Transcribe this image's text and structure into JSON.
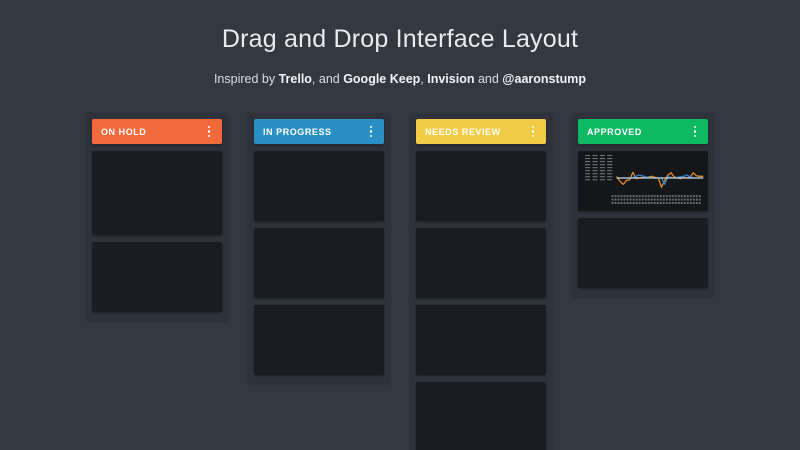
{
  "header": {
    "title": "Drag and Drop Interface Layout",
    "subtitle": {
      "prefix": "Inspired by ",
      "link1": "Trello",
      "mid1": ", and ",
      "link2": "Google Keep",
      "mid2": ", ",
      "link3": "Invision",
      "mid3": " and ",
      "link4": "@aaronstump"
    }
  },
  "board": {
    "columns": [
      {
        "title": "ON HOLD",
        "color": "#f2693c",
        "menu_icon": "kebab-menu-icon",
        "cards": [
          {
            "height": 84,
            "type": "blank"
          },
          {
            "height": 70,
            "type": "blank"
          }
        ]
      },
      {
        "title": "IN PROGRESS",
        "color": "#2a90c4",
        "menu_icon": "kebab-menu-icon",
        "cards": [
          {
            "height": 70,
            "type": "blank"
          },
          {
            "height": 70,
            "type": "blank"
          },
          {
            "height": 70,
            "type": "blank"
          }
        ]
      },
      {
        "title": "NEEDS REVIEW",
        "color": "#f2cb44",
        "menu_icon": "kebab-menu-icon",
        "cards": [
          {
            "height": 70,
            "type": "blank"
          },
          {
            "height": 70,
            "type": "blank"
          },
          {
            "height": 70,
            "type": "blank"
          },
          {
            "height": 70,
            "type": "blank"
          }
        ]
      },
      {
        "title": "APPROVED",
        "color": "#0fb863",
        "menu_icon": "kebab-menu-icon",
        "cards": [
          {
            "height": 60,
            "type": "chart"
          },
          {
            "height": 70,
            "type": "blank"
          }
        ]
      }
    ]
  },
  "chart_data": {
    "type": "line",
    "title": "",
    "xlabel": "",
    "ylabel": "",
    "grid": false,
    "legend": "none",
    "ylim": [
      0,
      100
    ],
    "x": [
      1,
      2,
      3,
      4,
      5,
      6,
      7,
      8,
      9,
      10,
      11,
      12,
      13,
      14,
      15,
      16,
      17,
      18,
      19,
      20,
      21,
      22,
      23,
      24,
      25,
      26,
      27,
      28
    ],
    "series": [
      {
        "name": "series-orange",
        "color": "#d98a2b",
        "values": [
          56,
          40,
          30,
          44,
          46,
          72,
          50,
          52,
          54,
          52,
          56,
          58,
          54,
          52,
          20,
          44,
          62,
          70,
          56,
          52,
          50,
          54,
          52,
          56,
          70,
          60,
          58,
          58
        ]
      },
      {
        "name": "series-blue",
        "color": "#2f80c4",
        "values": [
          52,
          52,
          52,
          52,
          52,
          54,
          58,
          62,
          60,
          56,
          54,
          52,
          52,
          52,
          52,
          30,
          56,
          54,
          52,
          54,
          56,
          58,
          62,
          56,
          52,
          52,
          52,
          52
        ]
      },
      {
        "name": "series-white",
        "color": "#c9ccd1",
        "values": [
          52,
          52,
          52,
          52,
          52,
          52,
          52,
          52,
          52,
          52,
          52,
          52,
          52,
          52,
          52,
          52,
          52,
          52,
          52,
          52,
          52,
          52,
          52,
          52,
          52,
          52,
          52,
          52
        ]
      }
    ],
    "ytick_labels": [
      "",
      "",
      "",
      "",
      "",
      "",
      "",
      "",
      ""
    ],
    "xtick_labels": [
      "",
      "",
      "",
      "",
      "",
      "",
      "",
      "",
      "",
      "",
      "",
      "",
      "",
      "",
      "",
      "",
      "",
      "",
      "",
      "",
      "",
      "",
      "",
      "",
      "",
      "",
      "",
      ""
    ]
  }
}
